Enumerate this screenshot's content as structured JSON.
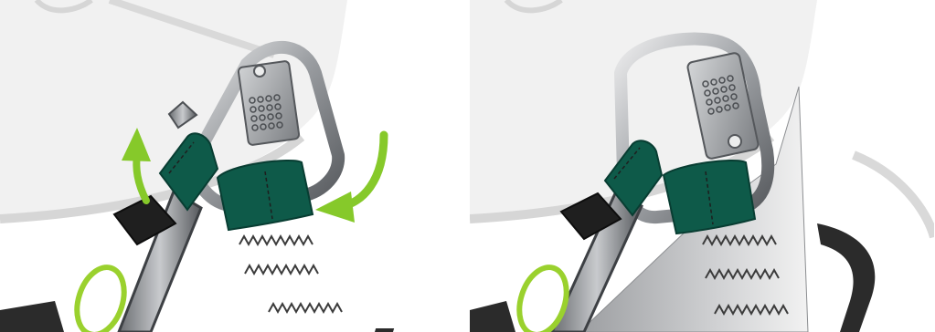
{
  "panels": [
    {
      "step": "open-gate",
      "arrows": [
        "arrow-up-left",
        "arrow-curve-in"
      ],
      "colors": {
        "strap": "#0e5a49",
        "arrow": "#86c92a",
        "ring": "#9ad12e",
        "metal": "#a6a9ad",
        "belt": "#2b2b2b",
        "bg": "#f0f0f0"
      }
    },
    {
      "step": "locked",
      "arrows": [],
      "colors": {
        "strap": "#0e5a49",
        "ring": "#9ad12e",
        "metal": "#a6a9ad",
        "belt": "#2b2b2b",
        "bg": "#f0f0f0"
      }
    }
  ]
}
